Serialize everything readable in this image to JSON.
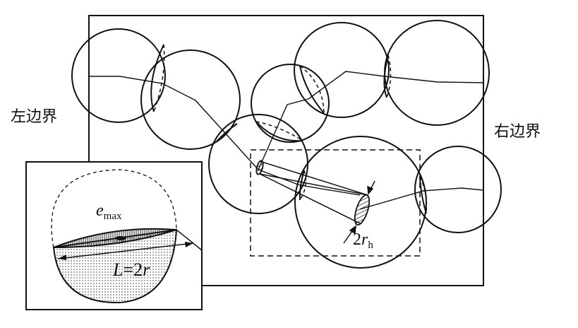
{
  "labels": {
    "left_boundary": "左边界",
    "right_boundary": "右边界",
    "throat_prefix": "2",
    "throat_var": "r",
    "throat_sub": "h",
    "emax_var": "e",
    "emax_sub": "max",
    "length_var": "L",
    "length_eq": "=2",
    "length_r": "r"
  },
  "colors": {
    "stroke": "#111111",
    "background": "#ffffff"
  }
}
